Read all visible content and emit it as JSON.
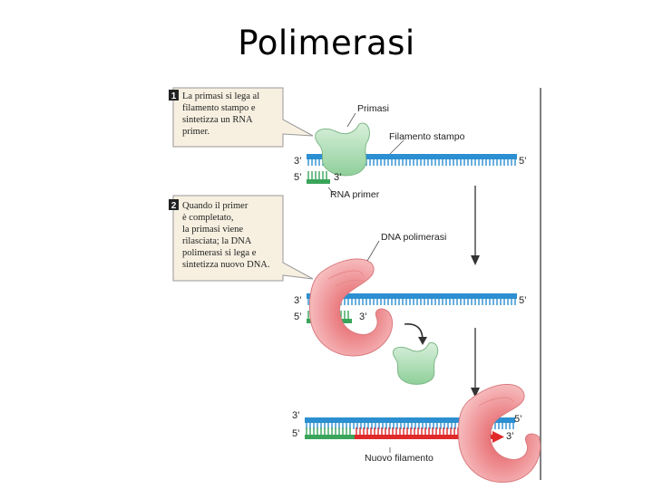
{
  "slide": {
    "title": "Polimerasi"
  },
  "steps": [
    {
      "number": "1",
      "lines": [
        "La primasi si lega al",
        "filamento stampo e",
        "sintetizza un RNA",
        "primer."
      ]
    },
    {
      "number": "2",
      "lines": [
        "Quando il primer",
        "è completato,",
        "la primasi viene",
        "rilasciata; la DNA",
        "polimerasi si lega e",
        "sintetizza nuovo DNA."
      ]
    }
  ],
  "labels": {
    "primasi": "Primasi",
    "filamento_stampo": "Filamento stampo",
    "rna_primer": "RNA primer",
    "dna_polimerasi": "DNA polimerasi",
    "nuovo_filamento": "Nuovo filamento"
  },
  "ends": {
    "s1_top_left": "3’",
    "s1_top_right": "5’",
    "s1_bottom_left": "5’",
    "s1_bottom_mid": "3’",
    "s2_top_left": "3’",
    "s2_top_right": "5’",
    "s2_bottom_left": "5’",
    "s2_bottom_mid": "3’",
    "s3_top_left": "3’",
    "s3_top_right": "5’",
    "s3_bottom_left": "5’",
    "s3_bottom_right": "3’"
  },
  "colors": {
    "template_strand": "#2b8fd1",
    "rna_primer": "#3aa55a",
    "new_dna": "#e02a2a",
    "primase": "#a8dbb0",
    "polymerase": "#f2a0a2",
    "callout_fill": "#f7f0e1"
  }
}
